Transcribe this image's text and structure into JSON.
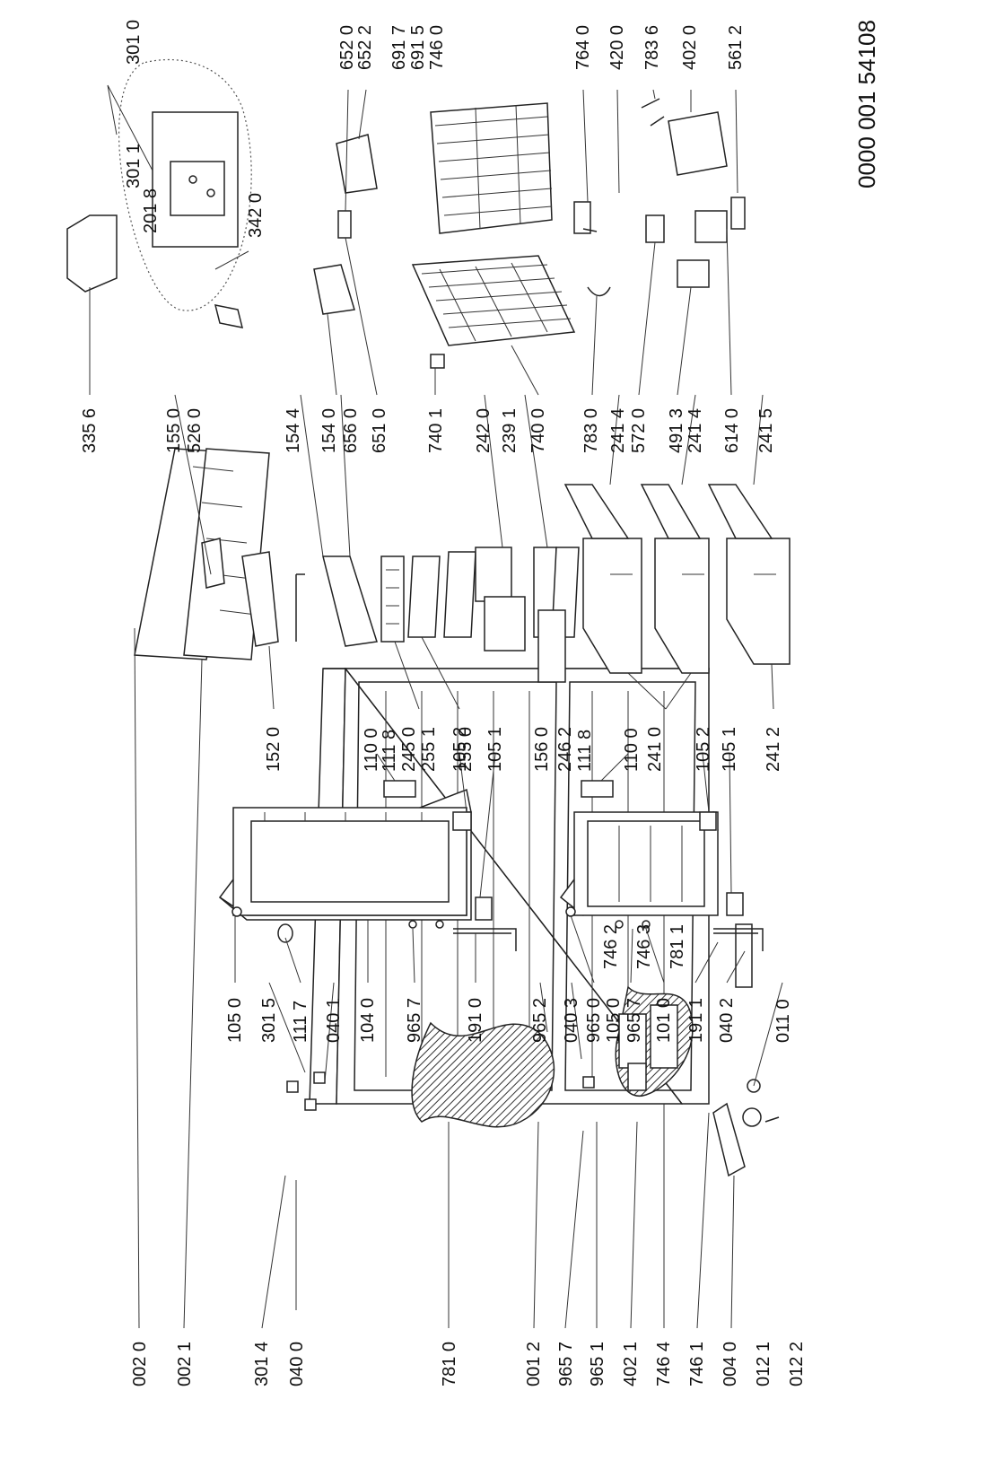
{
  "doc_number": "0000 001 54108",
  "callouts": {
    "c0020": "002 0",
    "c0021": "002 1",
    "c3014": "301 4",
    "c0400": "040 0",
    "c7810": "781 0",
    "c0012": "001 2",
    "c9657": "965 7",
    "c9651": "965 1",
    "c4021": "402 1",
    "c7464": "746 4",
    "c7461": "746 1",
    "c0040": "004 0",
    "c0121": "012 1",
    "c0122": "012 2",
    "c1050a": "105 0",
    "c3015": "301 5",
    "c1117": "111 7",
    "c0401": "040 1",
    "c1040": "104 0",
    "c9657b": "965 7",
    "c1910": "191 0",
    "c9652": "965 2",
    "c0403": "040 3",
    "c9650": "965 0",
    "c1050b": "105 0",
    "c7462": "746 2",
    "c9657c": "965 7",
    "c7463": "746 3",
    "c1010": "101 0",
    "c7811": "781 1",
    "c1911": "191 1",
    "c0402": "040 2",
    "c0110": "011 0",
    "c1100a": "110 0",
    "c1118a": "111 8",
    "c1052a": "105 2",
    "c1051a": "105 1",
    "c1520": "152 0",
    "c2450": "245 0",
    "c2551": "255 1",
    "c2550": "255 0",
    "c1560": "156 0",
    "c2462": "246 2",
    "c1118b": "111 8",
    "c1100b": "110 0",
    "c2410": "241 0",
    "c1052b": "105 2",
    "c1051b": "105 1",
    "c2412": "241 2",
    "c3356": "335 6",
    "c1550": "155 0",
    "c5260": "526 0",
    "c1544": "154 4",
    "c1540": "154 0",
    "c6560": "656 0",
    "c6510": "651 0",
    "c7401": "740 1",
    "c2420": "242 0",
    "c2391": "239 1",
    "c7400": "740 0",
    "c7830": "783 0",
    "c2414a": "241 4",
    "c5720": "572 0",
    "c4913": "491 3",
    "c2414b": "241 4",
    "c6140": "614 0",
    "c2415": "241 5",
    "c3010": "301 0",
    "c3011": "301 1",
    "c2018": "201 8",
    "c3420": "342 0",
    "c6520": "652 0",
    "c6522": "652 2",
    "c6917": "691 7",
    "c6915": "691 5",
    "c7460": "746 0",
    "c7640": "764 0",
    "c4200": "420 0",
    "c7836": "783 6",
    "c4020": "402 0",
    "c5612": "561 2"
  }
}
